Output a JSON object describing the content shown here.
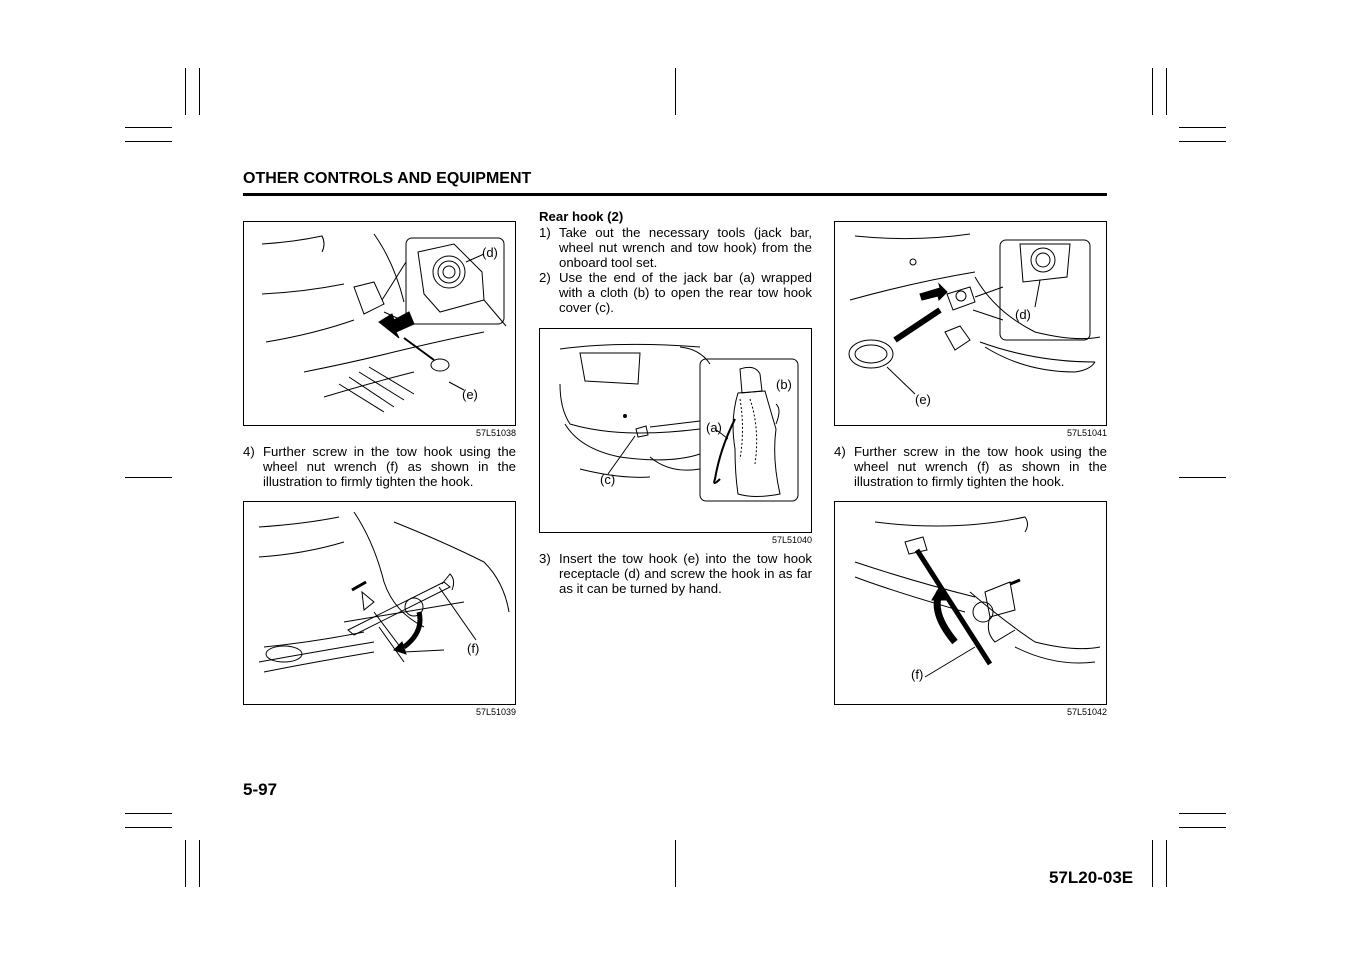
{
  "header": {
    "section_title": "OTHER CONTROLS AND EQUIPMENT"
  },
  "figures": {
    "fig1": {
      "code": "57L51038",
      "labels": [
        "(d)",
        "(e)"
      ]
    },
    "fig2": {
      "code": "57L51039",
      "labels": [
        "(f)"
      ]
    },
    "fig3": {
      "code": "57L51040",
      "labels": [
        "(a)",
        "(b)",
        "(c)"
      ]
    },
    "fig4": {
      "code": "57L51041",
      "labels": [
        "(d)",
        "(e)"
      ]
    },
    "fig5": {
      "code": "57L51042",
      "labels": [
        "(f)"
      ]
    }
  },
  "left_column": {
    "step4": {
      "num": "4)",
      "text": "Further screw in the tow hook using the wheel nut wrench (f) as shown in the illustration to firmly tighten the hook."
    }
  },
  "middle_column": {
    "subheading": "Rear hook (2)",
    "step1": {
      "num": "1)",
      "text": "Take out the necessary tools (jack bar, wheel nut wrench and tow hook) from the onboard tool set."
    },
    "step2": {
      "num": "2)",
      "text": "Use the end of the jack bar (a) wrapped with a cloth (b) to open the rear tow hook cover (c)."
    },
    "step3": {
      "num": "3)",
      "text": "Insert the tow hook (e) into the tow hook receptacle (d) and screw the hook in as far as it can be turned by hand."
    }
  },
  "right_column": {
    "step4": {
      "num": "4)",
      "text": "Further screw in the tow hook using the wheel nut wrench (f) as shown in the illustration to firmly tighten the hook."
    }
  },
  "footer": {
    "page_number": "5-97",
    "document_code": "57L20-03E"
  }
}
